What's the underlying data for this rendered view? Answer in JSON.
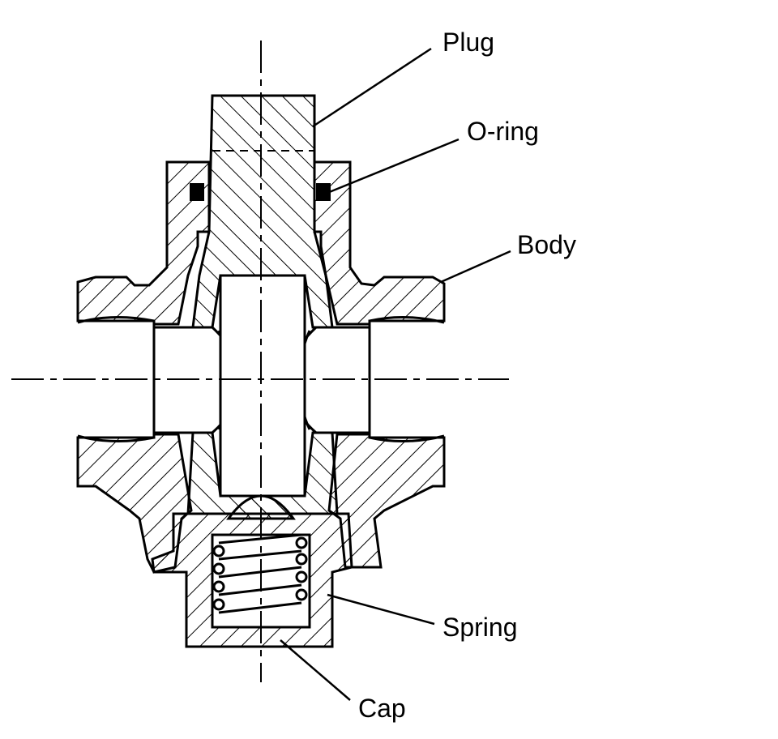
{
  "diagram": {
    "labels": {
      "plug": "Plug",
      "o_ring": "O-ring",
      "body": "Body",
      "spring": "Spring",
      "cap": "Cap"
    },
    "colors": {
      "ink": "#000000",
      "paper": "#ffffff"
    }
  }
}
